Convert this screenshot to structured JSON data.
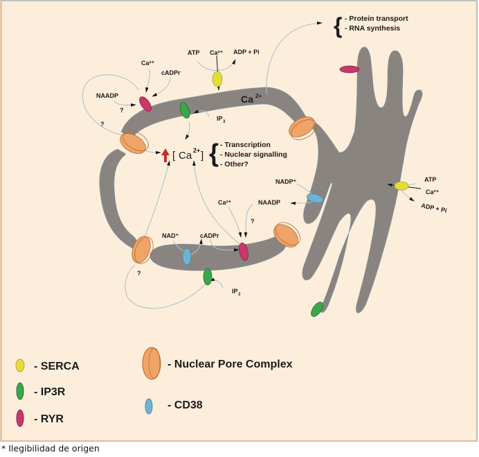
{
  "diagram": {
    "center_label": "[Ca²⁺]",
    "center_label_parts": {
      "open": "[",
      "ion": "Ca",
      "charge": "2+",
      "close": "]"
    },
    "center_effects": [
      "- Transcription",
      "- Nuclear signalling",
      "- Other?"
    ],
    "top_effects": [
      "- Protein transport",
      "- RNA synthesis"
    ],
    "envelope_ca_label": "Ca",
    "envelope_ca_charge": "2+",
    "labels": {
      "atp_top": "ATP",
      "ca_top": "Ca²⁺",
      "adp_top": "ADP + Pi",
      "ca_ryr_top": "Ca²⁺",
      "cadpr_top": "cADPr",
      "naadp_top": "NAADP",
      "q_naadp": "?",
      "q_pore_top": "?",
      "ip3_top": "IP",
      "ip3_top_sub": "3",
      "nadp_plus": "NADP⁺",
      "naadp_right": "NAADP",
      "ca_ryr_bottom": "Ca²⁺",
      "q_ryr_bottom": "?",
      "nad_plus": "NAD⁺",
      "cadpr_bottom": "cADPr",
      "q_pore_bottom": "?",
      "ip3_bottom": "IP",
      "ip3_bottom_sub": "3",
      "atp_right": "ATP",
      "ca_right": "Ca²⁺",
      "adp_right": "ADP + Pi"
    },
    "colors": {
      "background": "#fdeedb",
      "membrane": "#8a8480",
      "serca": "#e4dc3a",
      "ip3r": "#3aa84a",
      "ryr": "#c8386a",
      "npc": "#f0a468",
      "cd38": "#6fb3d2",
      "arrow_up": "#c0302a",
      "connector": "#a9c3cc"
    }
  },
  "legend": {
    "items": [
      {
        "key": "serca",
        "label": "- SERCA"
      },
      {
        "key": "ip3r",
        "label": "- IP3R"
      },
      {
        "key": "ryr",
        "label": "- RYR"
      },
      {
        "key": "npc",
        "label": "- Nuclear Pore Complex"
      },
      {
        "key": "cd38",
        "label": "- CD38"
      }
    ]
  },
  "caption": "* Ilegibilidad de origen"
}
